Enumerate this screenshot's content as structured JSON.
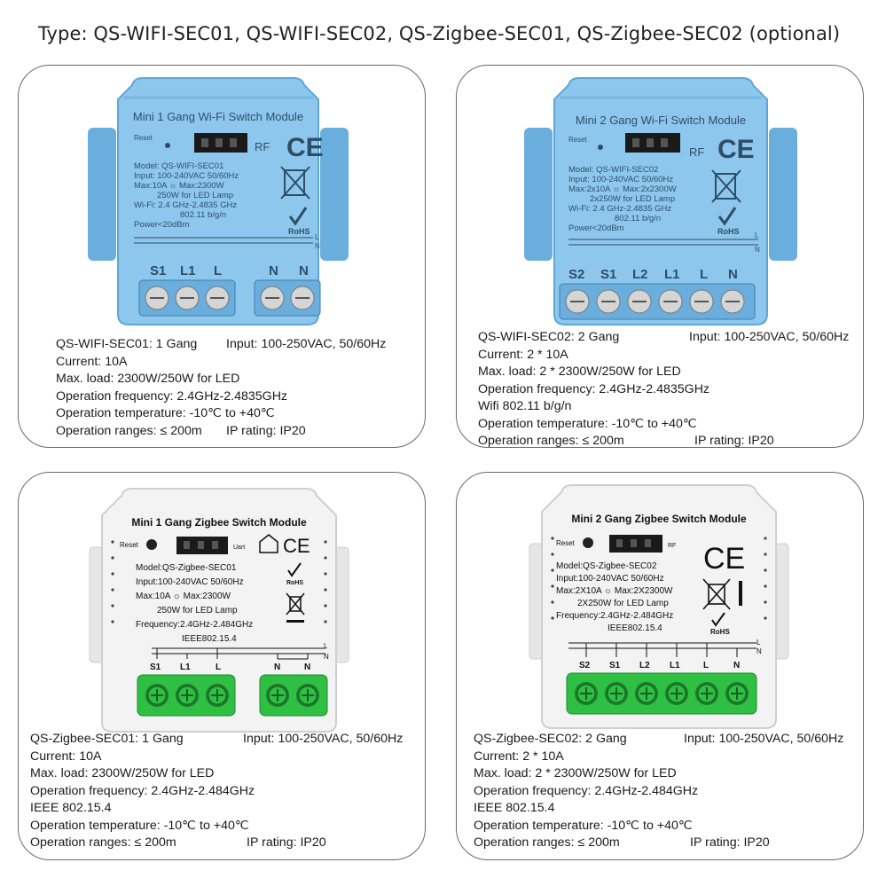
{
  "page_title": "Type: QS-WIFI-SEC01, QS-WIFI-SEC02, QS-Zigbee-SEC01, QS-Zigbee-SEC02 (optional)",
  "colors": {
    "wifi_body": "#8ec7ee",
    "wifi_shade": "#5fa6d6",
    "zigbee_body": "#f3f3f3",
    "terminal_green": "#2fbf43",
    "text": "#1a1a1a"
  },
  "products": [
    {
      "device": {
        "title": "Mini 1 Gang Wi-Fi Switch Module",
        "reset": "Reset",
        "rf": "RF",
        "label_lines": [
          "Model: QS-WIFI-SEC01",
          "Input: 100-240VAC 50/60Hz",
          "Max:10A ☼ Max:2300W",
          "250W for LED Lamp",
          "Wi-Fi: 2.4 GHz-2.4835 GHz",
          "802.11 b/g/n",
          "Power<20dBm"
        ],
        "rohs": "RoHS",
        "ln": [
          "L",
          "N"
        ],
        "terminals": [
          "S1",
          "L1",
          "L",
          "N",
          "N"
        ]
      },
      "specs": {
        "line1_left": "QS-WIFI-SEC01: 1 Gang",
        "line1_right": "Input: 100-250VAC, 50/60Hz",
        "lines": [
          "Current: 10A",
          "Max.  load: 2300W/250W for LED",
          "Operation frequency: 2.4GHz-2.4835GHz",
          "Operation temperature: -10℃ to +40℃"
        ],
        "last_left": "Operation ranges: ≤ 200m",
        "last_right": "IP rating: IP20"
      }
    },
    {
      "device": {
        "title": "Mini 2 Gang Wi-Fi Switch Module",
        "reset": "Reset",
        "rf": "RF",
        "label_lines": [
          "Model: QS-WIFI-SEC02",
          "Input: 100-240VAC 50/60Hz",
          "Max:2x10A ☼ Max:2x2300W",
          "2x250W for LED Lamp",
          "Wi-Fi: 2.4 GHz-2.4835 GHz",
          "802.11 b/g/n",
          "Power<20dBm"
        ],
        "rohs": "RoHS",
        "ln": [
          "L",
          "N"
        ],
        "terminals": [
          "S2",
          "S1",
          "L2",
          "L1",
          "L",
          "N"
        ]
      },
      "specs": {
        "line1_left": "QS-WIFI-SEC02: 2 Gang",
        "line1_right": "Input: 100-250VAC, 50/60Hz",
        "lines": [
          "Current: 2 * 10A",
          "Max.  load: 2 * 2300W/250W for LED",
          "Operation frequency: 2.4GHz-2.4835GHz",
          "Wifi 802.11 b/g/n",
          "Operation temperature: -10℃ to +40℃"
        ],
        "last_left": "Operation ranges: ≤ 200m",
        "last_right": "IP rating: IP20"
      }
    },
    {
      "device": {
        "title": "Mini 1 Gang Zigbee Switch Module",
        "reset": "Reset",
        "rf": "Uart",
        "label_lines": [
          "Model:QS-Zigbee-SEC01",
          "Input:100-240VAC 50/60Hz",
          "Max:10A ☼ Max:2300W",
          "250W for LED Lamp",
          "Frequency:2.4GHz-2.484GHz",
          "IEEE802.15.4"
        ],
        "rohs": "RoHS",
        "ln": [
          "L",
          "N"
        ],
        "terminals": [
          "S1",
          "L1",
          "L",
          "N",
          "N"
        ]
      },
      "specs": {
        "line1_left": "QS-Zigbee-SEC01: 1 Gang",
        "line1_right": "Input: 100-250VAC, 50/60Hz",
        "lines": [
          "Current: 10A",
          "Max.  load: 2300W/250W for LED",
          "Operation frequency: 2.4GHz-2.484GHz",
          "IEEE 802.15.4",
          "Operation temperature: -10℃ to +40℃"
        ],
        "last_left": "Operation ranges: ≤ 200m",
        "last_right": "IP rating: IP20"
      }
    },
    {
      "device": {
        "title": "Mini 2 Gang Zigbee Switch Module",
        "reset": "Reset",
        "rf": "RF",
        "label_lines": [
          "Model:QS-Zigbee-SEC02",
          "Input:100-240VAC 50/60Hz",
          "Max:2X10A ☼ Max:2X2300W",
          "2X250W for LED Lamp",
          "Frequency:2.4GHz-2.484GHz",
          "IEEE802.15.4"
        ],
        "rohs": "RoHS",
        "ln": [
          "L",
          "N"
        ],
        "terminals": [
          "S2",
          "S1",
          "L2",
          "L1",
          "L",
          "N"
        ]
      },
      "specs": {
        "line1_left": "QS-Zigbee-SEC02: 2 Gang",
        "line1_right": "Input: 100-250VAC, 50/60Hz",
        "lines": [
          "Current: 2 * 10A",
          "Max.  load: 2 * 2300W/250W for LED",
          "Operation frequency: 2.4GHz-2.484GHz",
          "IEEE 802.15.4",
          "Operation temperature: -10℃ to +40℃"
        ],
        "last_left": "Operation ranges: ≤ 200m",
        "last_right": "IP rating: IP20"
      }
    }
  ]
}
